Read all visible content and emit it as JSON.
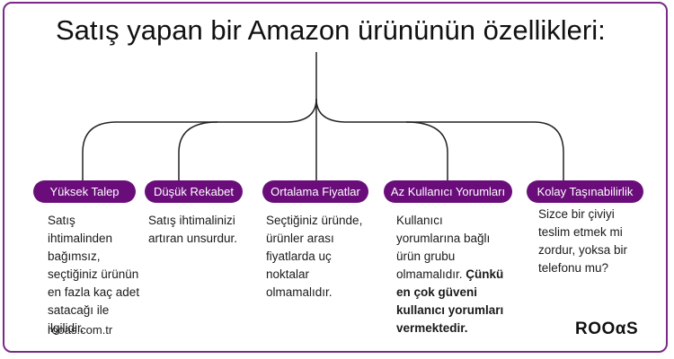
{
  "title": "Satış yapan bir Amazon ürününün özellikleri:",
  "items": [
    {
      "label": "Yüksek Talep",
      "description": "Satış ihtimalinden bağımsız, seçtiğiniz ürünün en fazla kaç adet satacağı ile ilgilidir."
    },
    {
      "label": "Düşük Rekabet",
      "description": "Satış ihtimalinizi artıran unsurdur."
    },
    {
      "label": "Ortalama Fiyatlar",
      "description": "Seçtiğiniz üründe, ürünler arası fiyatlarda uç noktalar olmamalıdır."
    },
    {
      "label": "Az Kullanıcı Yorumları",
      "description": "Kullanıcı yorumlarına bağlı ürün grubu olmamalıdır.",
      "description_bold": "Çünkü en çok güveni kullanıcı yorumları vermektedir."
    },
    {
      "label": "Kolay Taşınabilirlik",
      "description": "Sizce bir çiviyi teslim etmek mi zordur, yoksa bir telefonu mu?"
    }
  ],
  "footer": {
    "url": "rooas.com.tr",
    "logo": "ROOαS"
  },
  "colors": {
    "accent": "#6a0d7a",
    "border": "#7a2a86"
  }
}
